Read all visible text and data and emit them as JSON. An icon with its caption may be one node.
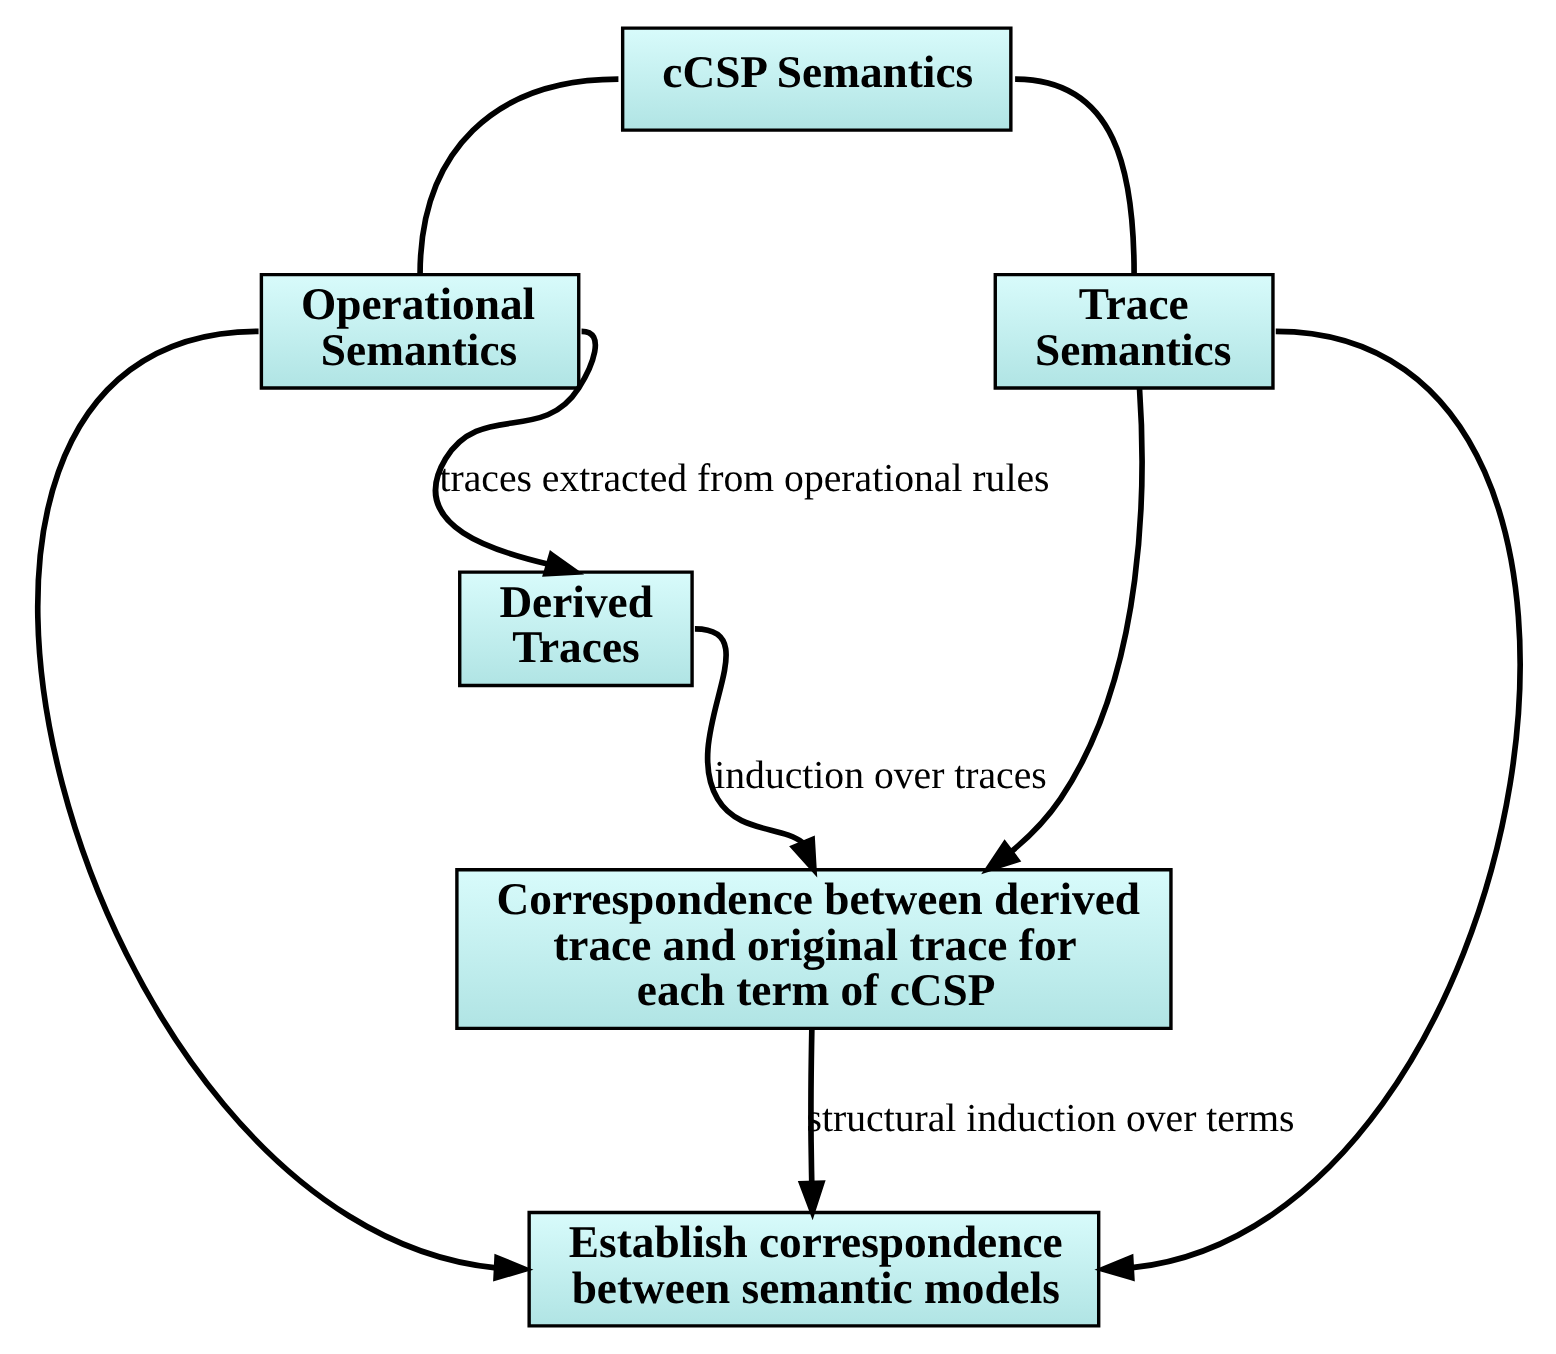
{
  "diagram": {
    "nodes": [
      {
        "text": [
          "cCSP Semantics"
        ]
      },
      {
        "text": [
          "Operational Semantics"
        ]
      },
      {
        "text": [
          "Trace Semantics"
        ]
      },
      {
        "text": [
          "Derived Traces"
        ]
      },
      {
        "text": [
          "Correspondence between derived trace and original trace for each term of cCSP"
        ]
      },
      {
        "text": [
          "Establish correspondence between semantic models"
        ]
      }
    ],
    "edges": [
      {
        "from": 0,
        "to": 1,
        "arrow": "none"
      },
      {
        "from": 0,
        "to": 2,
        "arrow": "none"
      },
      {
        "from": 1,
        "to": 3,
        "arrow": "to",
        "label": "traces extracted from operational rules"
      },
      {
        "from": 3,
        "to": 4,
        "arrow": "to",
        "label": "induction over traces"
      },
      {
        "from": 2,
        "to": 4,
        "arrow": "to"
      },
      {
        "from": 4,
        "to": 5,
        "arrow": "to",
        "label": "structural induction over terms"
      },
      {
        "from": 1,
        "to": 5,
        "arrow": "to"
      },
      {
        "from": 2,
        "to": 5,
        "arrow": "to"
      }
    ]
  }
}
